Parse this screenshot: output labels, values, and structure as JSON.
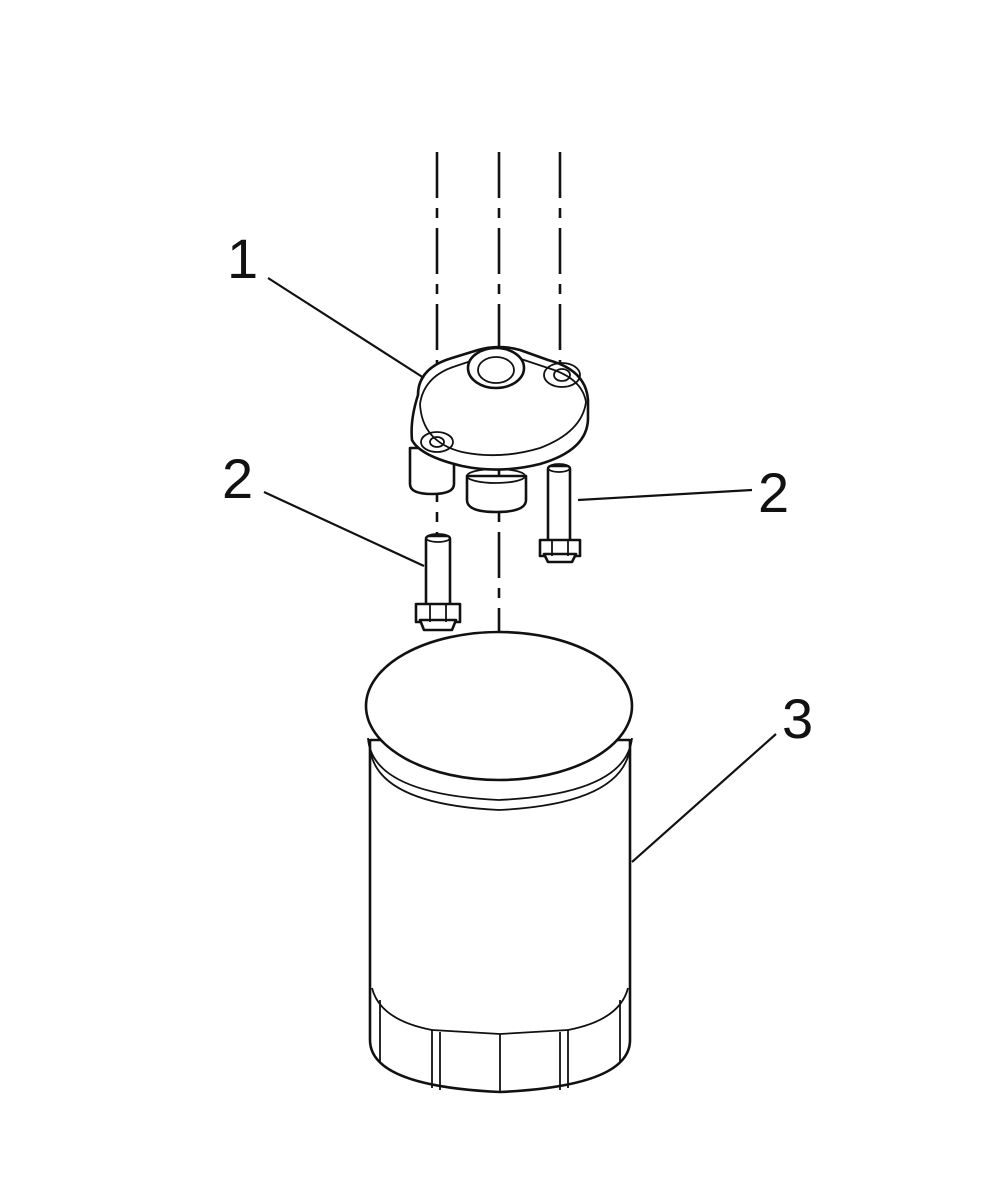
{
  "callouts": {
    "part_1": "1",
    "part_2_left": "2",
    "part_2_right": "2",
    "part_3": "3"
  },
  "colors": {
    "line": "#111111",
    "background": "#ffffff"
  }
}
